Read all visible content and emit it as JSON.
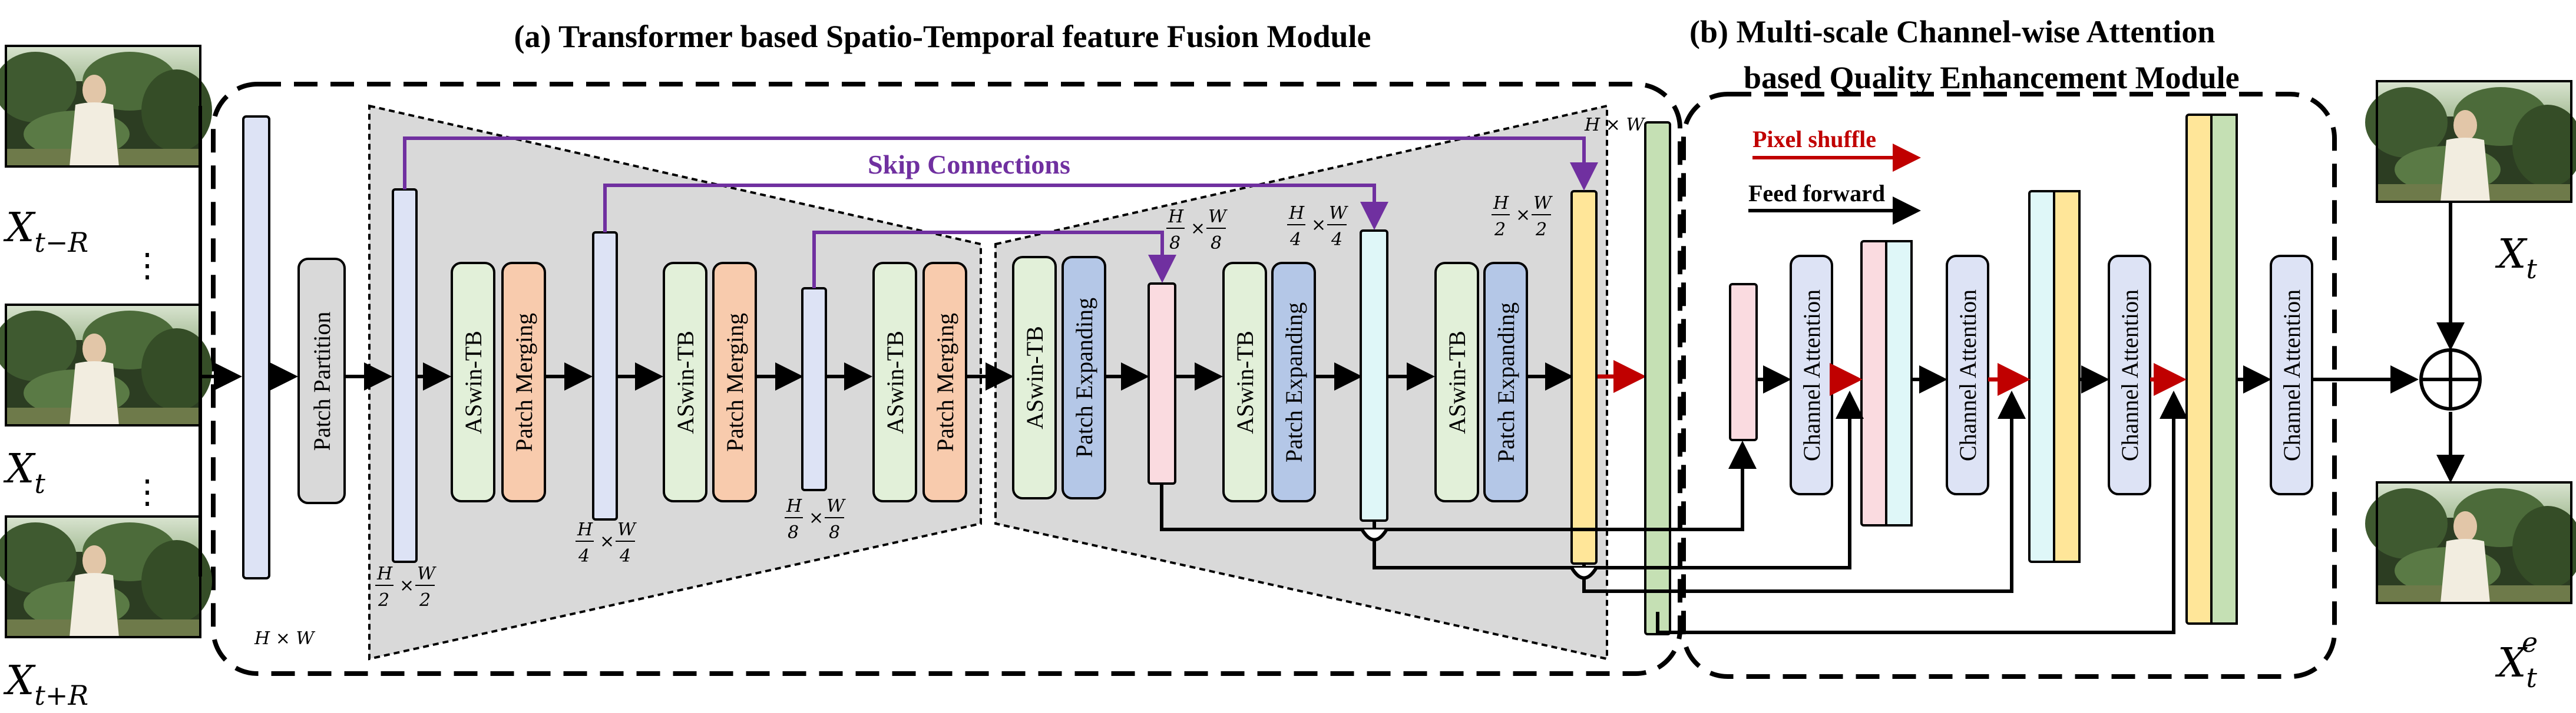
{
  "titles": {
    "module_a": "(a) Transformer based Spatio-Temporal feature Fusion Module",
    "module_b_line1": "(b) Multi-scale Channel-wise Attention",
    "module_b_line2": "based  Quality Enhancement Module"
  },
  "inputs": {
    "x_t_minus_r": {
      "base": "X",
      "sub": "t−R"
    },
    "x_t": {
      "base": "X",
      "sub": "t"
    },
    "x_t_plus_r": {
      "base": "X",
      "sub": "t+R"
    },
    "dots": "⋮"
  },
  "outputs": {
    "x_t": {
      "base": "X",
      "sub": "t"
    },
    "x_t_e": {
      "base": "X",
      "sub": "t",
      "sup": "e"
    }
  },
  "blocks": {
    "patch_partition": "Patch Partition",
    "aswin_tb": "ASwin-TB",
    "patch_merging": "Patch Merging",
    "patch_expanding": "Patch Expanding",
    "channel_attention": "Channel Attention"
  },
  "skip_connections": "Skip Connections",
  "legend": {
    "pixel_shuffle": "Pixel shuffle",
    "feed_forward": "Feed forward"
  },
  "dims": {
    "h": "H",
    "w": "W",
    "times": "×",
    "hw": "H × W",
    "d2": "2",
    "d4": "4",
    "d8": "8"
  },
  "colors": {
    "feature_blue": "#dde3f5",
    "aswin_green": "#e2f0d9",
    "merging_orange": "#f8cbad",
    "expanding_blue": "#b4c7e7",
    "pink": "#fadbe0",
    "cyan": "#dff7f8",
    "yellow": "#ffe699",
    "green": "#c5e0b4",
    "trapezoid_gray": "#d9d9d9",
    "partition_gray": "#d9d9d9",
    "skip_purple": "#7030a0",
    "pixel_shuffle_red": "#c00000"
  },
  "images": [
    "tree-frame-image",
    "tree-frame-image",
    "tree-frame-image",
    "tree-frame-image",
    "tree-frame-image"
  ]
}
